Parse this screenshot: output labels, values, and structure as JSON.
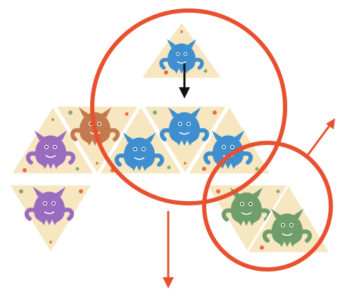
{
  "colors": {
    "tile_background": "#f6e7c1",
    "highlight_ring": "#e8512f",
    "move_arrow": "#111111",
    "monster_blue": "#3f8fd0",
    "monster_purple": "#9a6cc0",
    "monster_orange": "#c27a4e",
    "monster_green": "#6f9e6a"
  },
  "tiles": [
    {
      "id": "falling-tile",
      "monster": "blue",
      "orientation": "up",
      "role": "tile being placed"
    },
    {
      "id": "tile-row1-1",
      "monster": "orange",
      "orientation": "down"
    },
    {
      "id": "tile-row1-2",
      "monster": "blue",
      "orientation": "up"
    },
    {
      "id": "tile-row1-3",
      "monster": "blue",
      "orientation": "down"
    },
    {
      "id": "tile-row1-4",
      "monster": "blue",
      "orientation": "up"
    },
    {
      "id": "tile-row1-5",
      "monster": "purple",
      "orientation": "up"
    },
    {
      "id": "tile-row2-1",
      "monster": "purple",
      "orientation": "down"
    },
    {
      "id": "tile-row2-2",
      "monster": "green",
      "orientation": "down"
    },
    {
      "id": "tile-row2-3",
      "monster": "green",
      "orientation": "up"
    }
  ],
  "highlights": [
    {
      "name": "blue-group",
      "monster": "blue"
    },
    {
      "name": "green-group",
      "monster": "green"
    }
  ]
}
